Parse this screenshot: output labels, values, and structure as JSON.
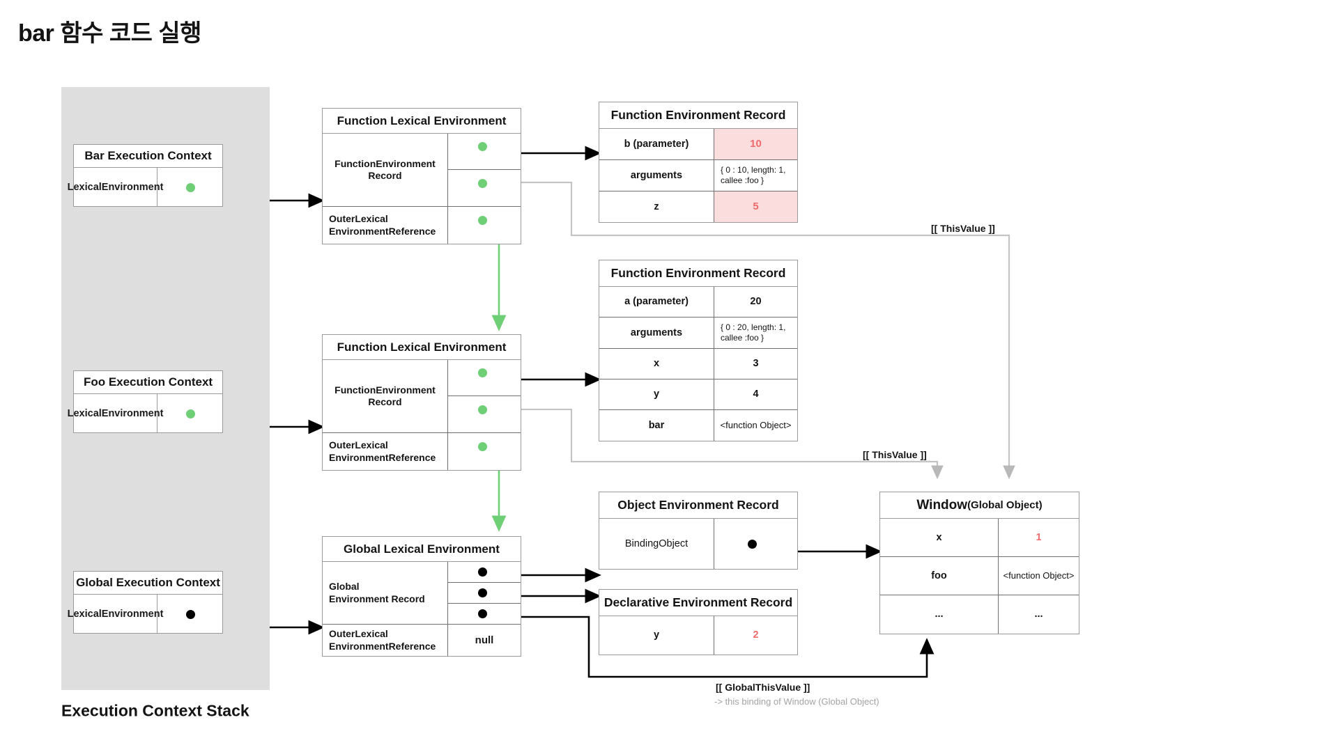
{
  "title": "bar 함수 코드 실행",
  "stack_caption": "Execution Context Stack",
  "colors": {
    "green_pointer": "#6fcf77",
    "black_pointer": "#000000",
    "highlight_bg": "#fbdddd",
    "highlight_text": "#f26a6a",
    "panel_bg": "#dedede",
    "gray_wire": "#c9c9c9"
  },
  "execution_contexts": [
    {
      "title": "Bar Execution Context",
      "field": "LexicalEnvironment",
      "pointer": "green"
    },
    {
      "title": "Foo Execution Context",
      "field": "LexicalEnvironment",
      "pointer": "green"
    },
    {
      "title": "Global Execution Context",
      "field": "LexicalEnvironment",
      "pointer": "black"
    }
  ],
  "lexical_environments": [
    {
      "title": "Function Lexical Environment",
      "record_label": "FunctionEnvironment\nRecord",
      "outer_label": "OuterLexical\nEnvironmentReference",
      "outer_value": "",
      "outer_pointer": "green"
    },
    {
      "title": "Function Lexical Environment",
      "record_label": "FunctionEnvironment\nRecord",
      "outer_label": "OuterLexical\nEnvironmentReference",
      "outer_value": "",
      "outer_pointer": "green"
    },
    {
      "title": "Global Lexical Environment",
      "record_label": "Global\nEnvironment Record",
      "outer_label": "OuterLexical\nEnvironmentReference",
      "outer_value": "null",
      "outer_pointer": "none"
    }
  ],
  "lex_labels": {
    "function_env_record_line1": "FunctionEnvironment",
    "function_env_record_line2": "Record",
    "global_env_record_line1": "Global",
    "global_env_record_line2": "Environment Record",
    "outer_line1": "OuterLexical",
    "outer_line2": "EnvironmentReference",
    "null_value": "null"
  },
  "records": {
    "bar_function_env": {
      "title": "Function Environment Record",
      "rows": [
        {
          "key": "b (parameter)",
          "value": "10",
          "highlight": true
        },
        {
          "key": "arguments",
          "value": "{ 0 : 10, length: 1,\ncallee :foo }",
          "highlight": false
        },
        {
          "key": "z",
          "value": "5",
          "highlight": true
        }
      ]
    },
    "foo_function_env": {
      "title": "Function Environment Record",
      "rows": [
        {
          "key": "a (parameter)",
          "value": "20",
          "highlight": false
        },
        {
          "key": "arguments",
          "value": "{ 0 : 20, length: 1,\ncallee :foo }",
          "highlight": false
        },
        {
          "key": "x",
          "value": "3",
          "highlight": false
        },
        {
          "key": "y",
          "value": "4",
          "highlight": false
        },
        {
          "key": "bar",
          "value": "<function Object>",
          "highlight": false
        }
      ]
    },
    "object_env": {
      "title": "Object Environment Record",
      "rows": [
        {
          "key": "BindingObject",
          "value": "",
          "pointer": "black"
        }
      ]
    },
    "declarative_env": {
      "title": "Declarative Environment Record",
      "rows": [
        {
          "key": "y",
          "value": "2",
          "redtext": true
        }
      ]
    }
  },
  "window_object": {
    "title_main": "Window",
    "title_sub": "(Global Object)",
    "rows": [
      {
        "key": "x",
        "value": "1",
        "redtext": true
      },
      {
        "key": "foo",
        "value": "<function Object>",
        "redtext": false
      },
      {
        "key": "...",
        "value": "...",
        "redtext": false
      }
    ]
  },
  "annotations": {
    "this_value_top": "[[ ThisValue ]]",
    "this_value_mid": "[[ ThisValue ]]",
    "global_this_value": "[[ GlobalThisValue ]]",
    "global_this_value_note": "-> this binding of Window (Global Object)"
  },
  "cell_text": {
    "arguments_line1_bar": "{ 0 : 10, length: 1,",
    "arguments_line2_bar": "callee :foo }",
    "arguments_line1_foo": "{ 0 : 20, length: 1,",
    "arguments_line2_foo": "callee :foo }"
  }
}
